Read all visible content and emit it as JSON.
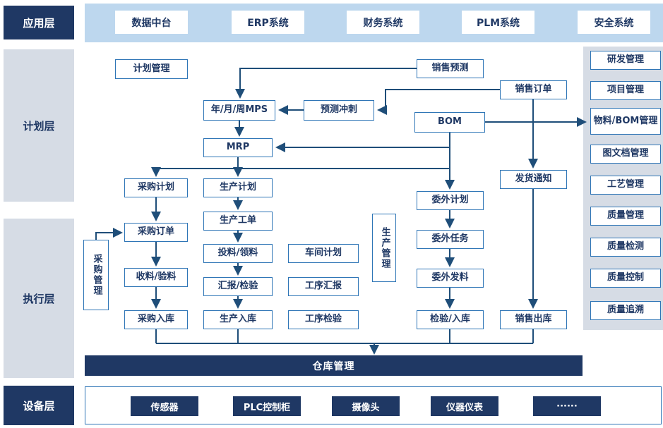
{
  "layers": {
    "app": "应用层",
    "plan": "计划层",
    "exec": "执行层",
    "device": "设备层"
  },
  "app_systems": [
    "数据中台",
    "ERP系统",
    "财务系统",
    "PLM系统",
    "安全系统"
  ],
  "right_modules": [
    "研发管理",
    "项目管理",
    "物料/BOM管理",
    "图文档管理",
    "工艺管理",
    "质量管理",
    "质量检测",
    "质量控制",
    "质量追溯"
  ],
  "nodes": {
    "plan_mgmt": "计划管理",
    "sales_forecast": "销售预测",
    "sales_order": "销售订单",
    "mps": "年/月/周MPS",
    "forecast_offset": "预测冲刺",
    "bom": "BOM",
    "mrp": "MRP",
    "delivery_notice": "发货通知",
    "purchase_plan": "采购计划",
    "production_plan": "生产计划",
    "outsource_plan": "委外计划",
    "purchase_order": "采购订单",
    "production_order": "生产工单",
    "outsource_task": "委外任务",
    "purchase_mgmt": "采购管理",
    "production_mgmt": "生产管理",
    "feeding": "投料/领料",
    "workshop_plan": "车间计划",
    "receiving": "收料/验料",
    "outsource_issue": "委外发料",
    "report_inspect": "汇报/检验",
    "process_report": "工序汇报",
    "purchase_in": "采购入库",
    "production_in": "生产入库",
    "process_inspect": "工序检验",
    "inspect_in": "检验/入库",
    "sales_out": "销售出库",
    "warehouse": "仓库管理"
  },
  "devices": [
    "传感器",
    "PLC控制柜",
    "摄像头",
    "仪器仪表",
    "······"
  ],
  "colors": {
    "dark_navy": "#1F3864",
    "box_border": "#2E75B6",
    "band_top": "#BDD7EE",
    "band_light": "#D6DCE5",
    "arrow": "#1F4E79"
  }
}
